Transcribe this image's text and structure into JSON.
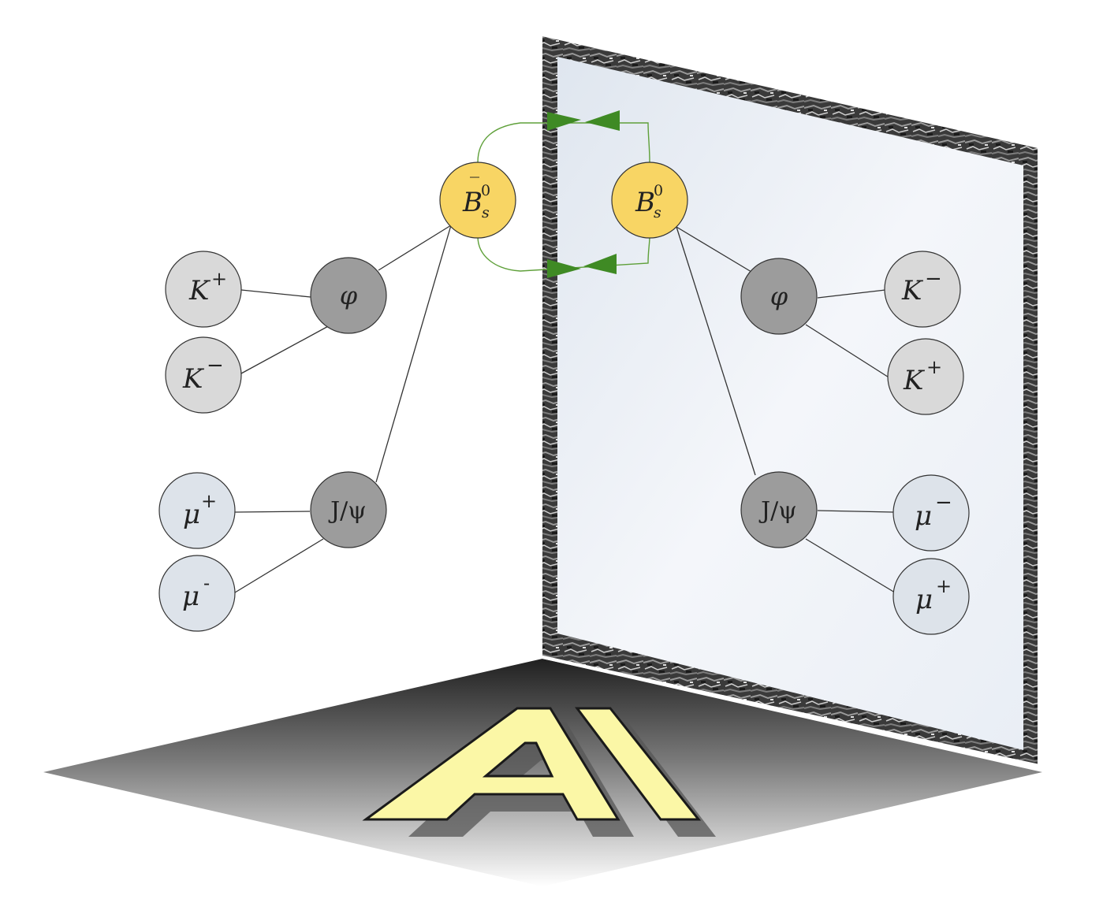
{
  "colors": {
    "b_meson": "#f8d564",
    "intermediate": "#9c9c9c",
    "kaon": "#d9d9d9",
    "muon": "#dde3ea",
    "oscillation": "#3f8a24",
    "logo_fill": "#fbf7a6",
    "mirror_glass": "#eef2f7",
    "floor": "#6e6e6e"
  },
  "logo": {
    "text": "AI"
  },
  "left_side": {
    "b_meson": {
      "base": "B",
      "bar": "‾",
      "sup": "0",
      "sub": "s"
    },
    "phi": {
      "label": "φ"
    },
    "jpsi": {
      "label": "J/ψ"
    },
    "kaon_1": {
      "base": "K",
      "charge": "+"
    },
    "kaon_2": {
      "base": "K",
      "charge": "−"
    },
    "muon_1": {
      "base": "μ",
      "charge": "+"
    },
    "muon_2": {
      "base": "μ",
      "charge": "-"
    }
  },
  "right_side": {
    "b_meson": {
      "base": "B",
      "sup": "0",
      "sub": "s"
    },
    "phi": {
      "label": "φ"
    },
    "jpsi": {
      "label": "J/ψ"
    },
    "kaon_1": {
      "base": "K",
      "charge": "−"
    },
    "kaon_2": {
      "base": "K",
      "charge": "+"
    },
    "muon_1": {
      "base": "μ",
      "charge": "−"
    },
    "muon_2": {
      "base": "μ",
      "charge": "+"
    }
  }
}
